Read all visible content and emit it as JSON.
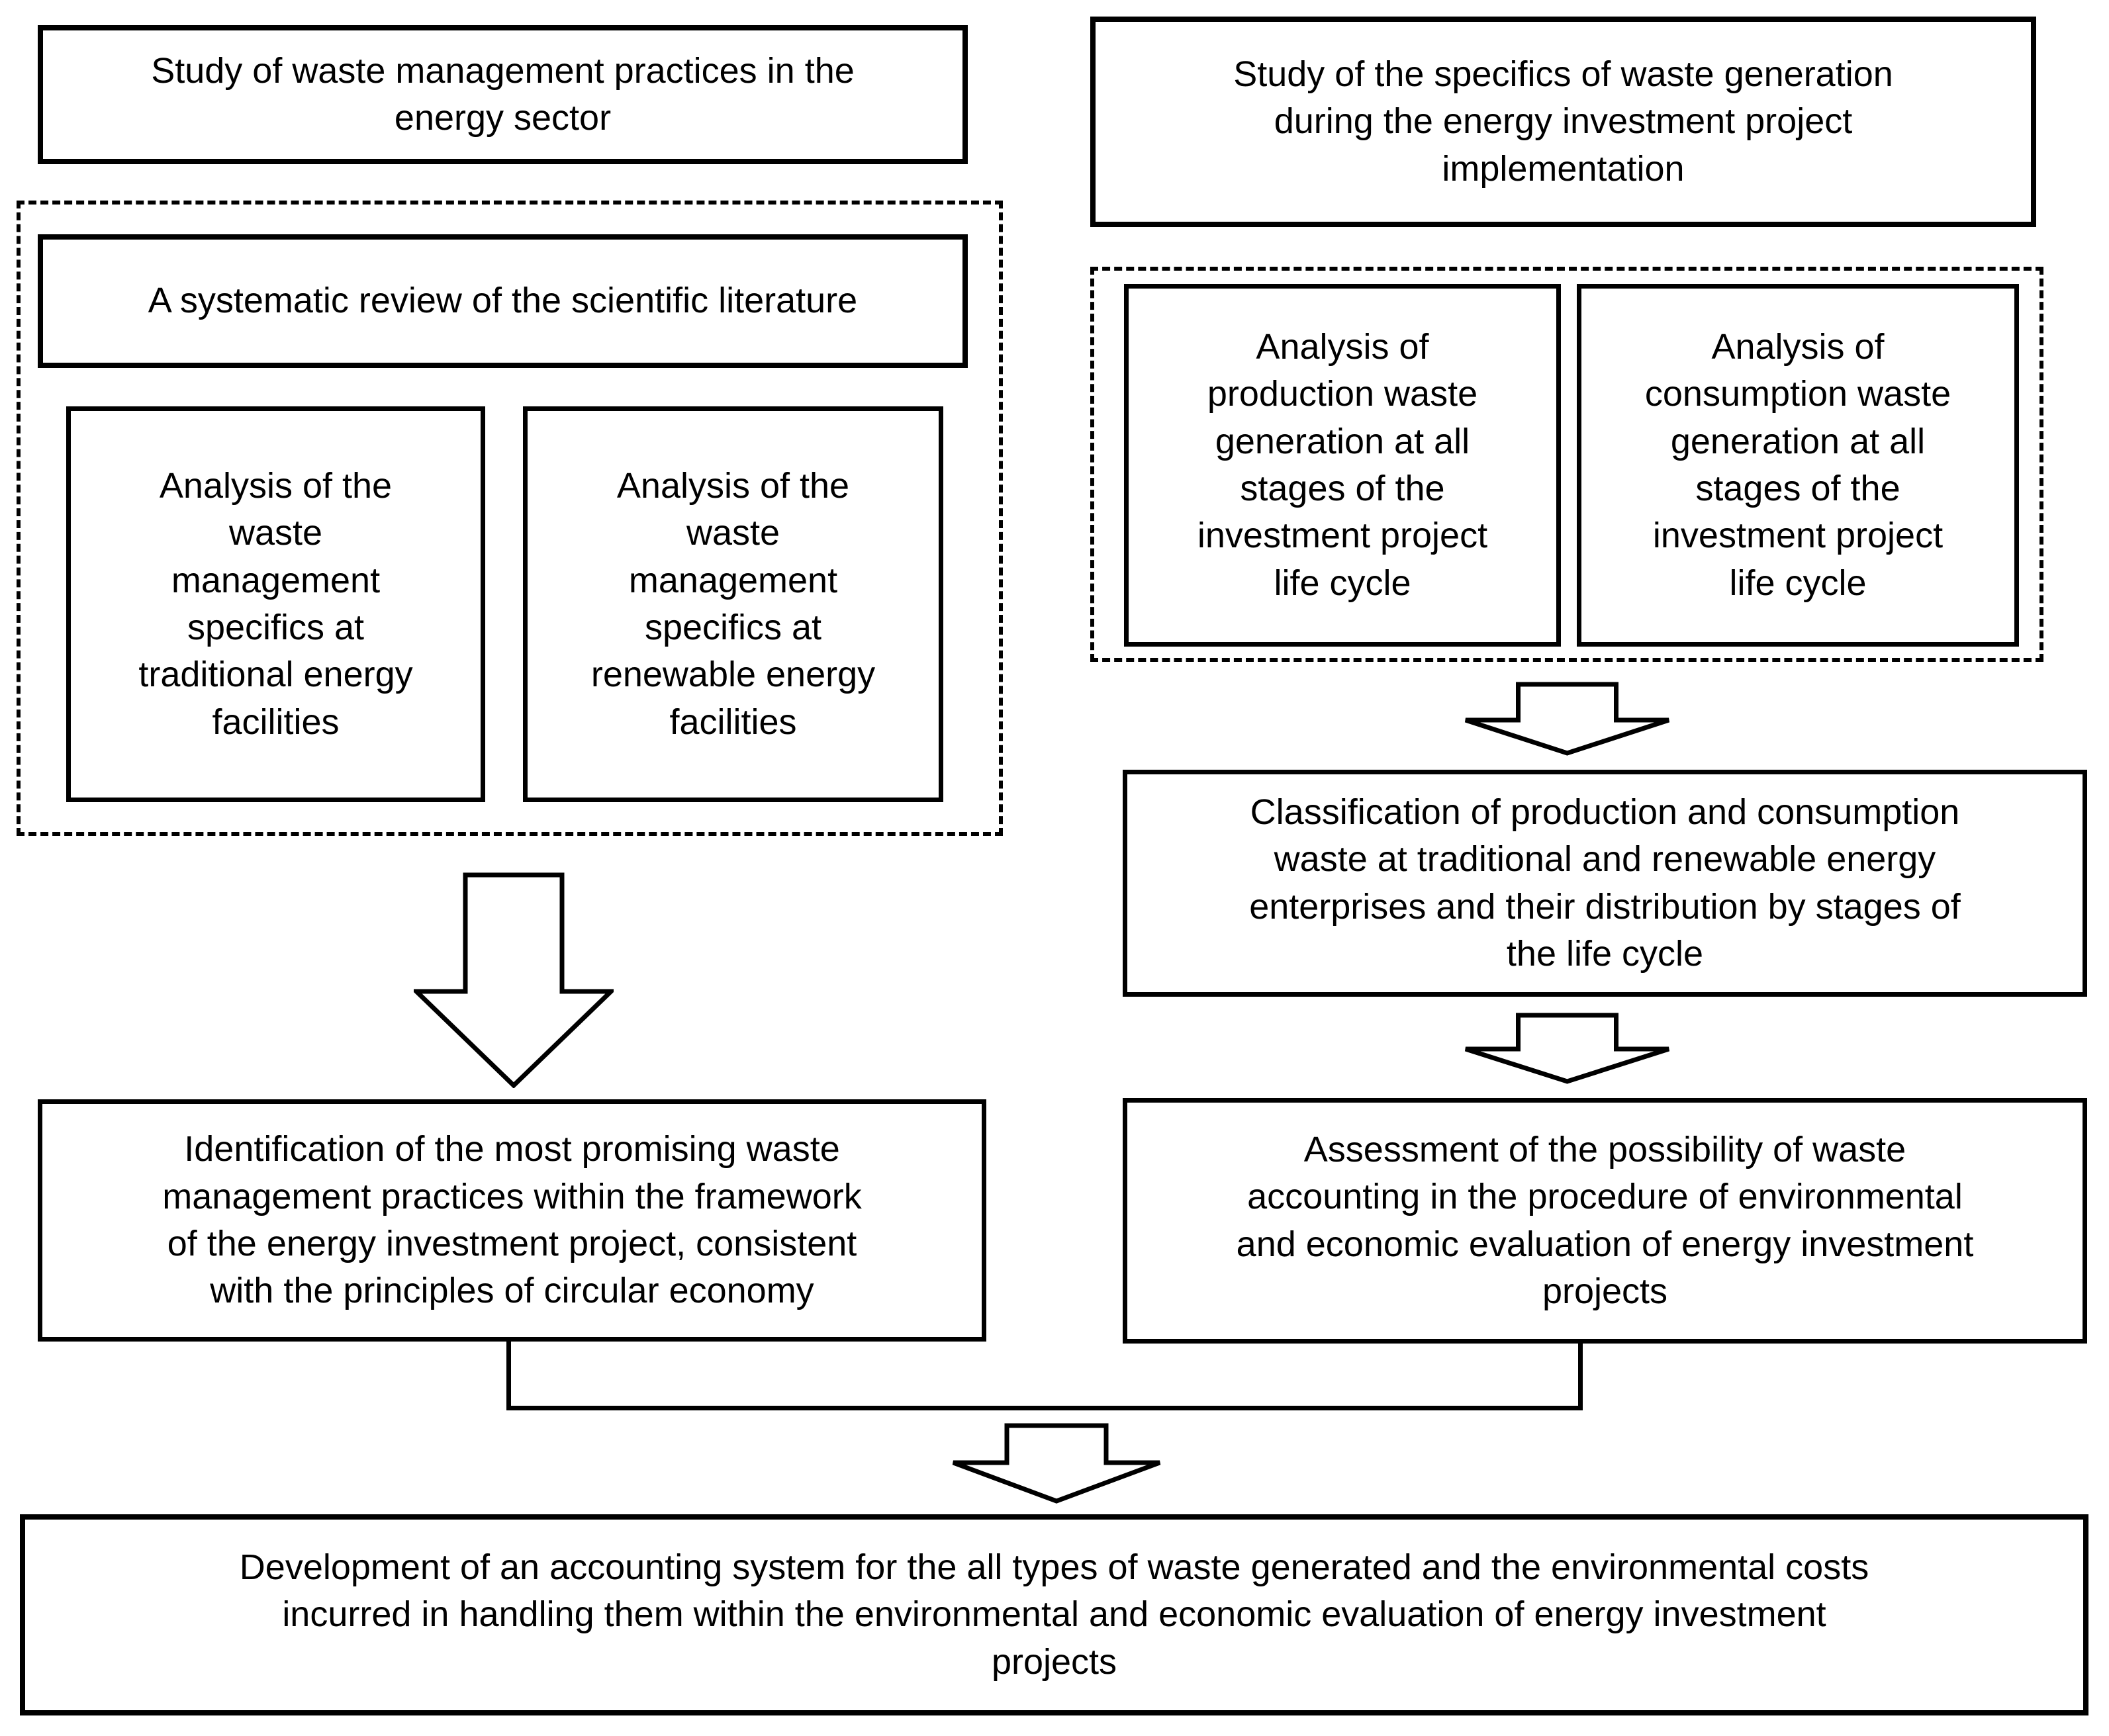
{
  "diagram_title": "Waste management research flowchart",
  "colors": {
    "border": "#000000",
    "background": "#ffffff",
    "text": "#000000"
  },
  "boxes": {
    "study_left": {
      "label": "Study of waste management practices in the\nenergy sector"
    },
    "review": {
      "label": "A systematic review of the scientific literature"
    },
    "trad": {
      "label": "Analysis of the\nwaste\nmanagement\nspecifics at\ntraditional energy\nfacilities"
    },
    "renew": {
      "label": "Analysis of the\nwaste\nmanagement\nspecifics at\nrenewable energy\nfacilities"
    },
    "study_right": {
      "label": "Study of the specifics of waste generation\nduring the energy investment project\nimplementation"
    },
    "production": {
      "label": "Analysis of\nproduction waste\ngeneration at all\nstages of the\ninvestment project\nlife cycle"
    },
    "consumption": {
      "label": "Analysis of\nconsumption waste\ngeneration at all\nstages of the\ninvestment project\nlife cycle"
    },
    "classification": {
      "label": "Classification of production and consumption\nwaste at traditional and renewable energy\nenterprises and their distribution by stages of\nthe life cycle"
    },
    "identification": {
      "label": "Identification of the most promising waste\nmanagement practices within the framework\nof the energy investment project, consistent\nwith the principles of circular economy"
    },
    "assessment": {
      "label": "Assessment of the possibility of waste\naccounting in the procedure of environmental\nand economic evaluation of energy investment\nprojects"
    },
    "development": {
      "label": "Development of an accounting system for the all types of waste generated and the environmental costs\nincurred in handling them within the environmental and economic evaluation of energy investment\nprojects"
    }
  }
}
